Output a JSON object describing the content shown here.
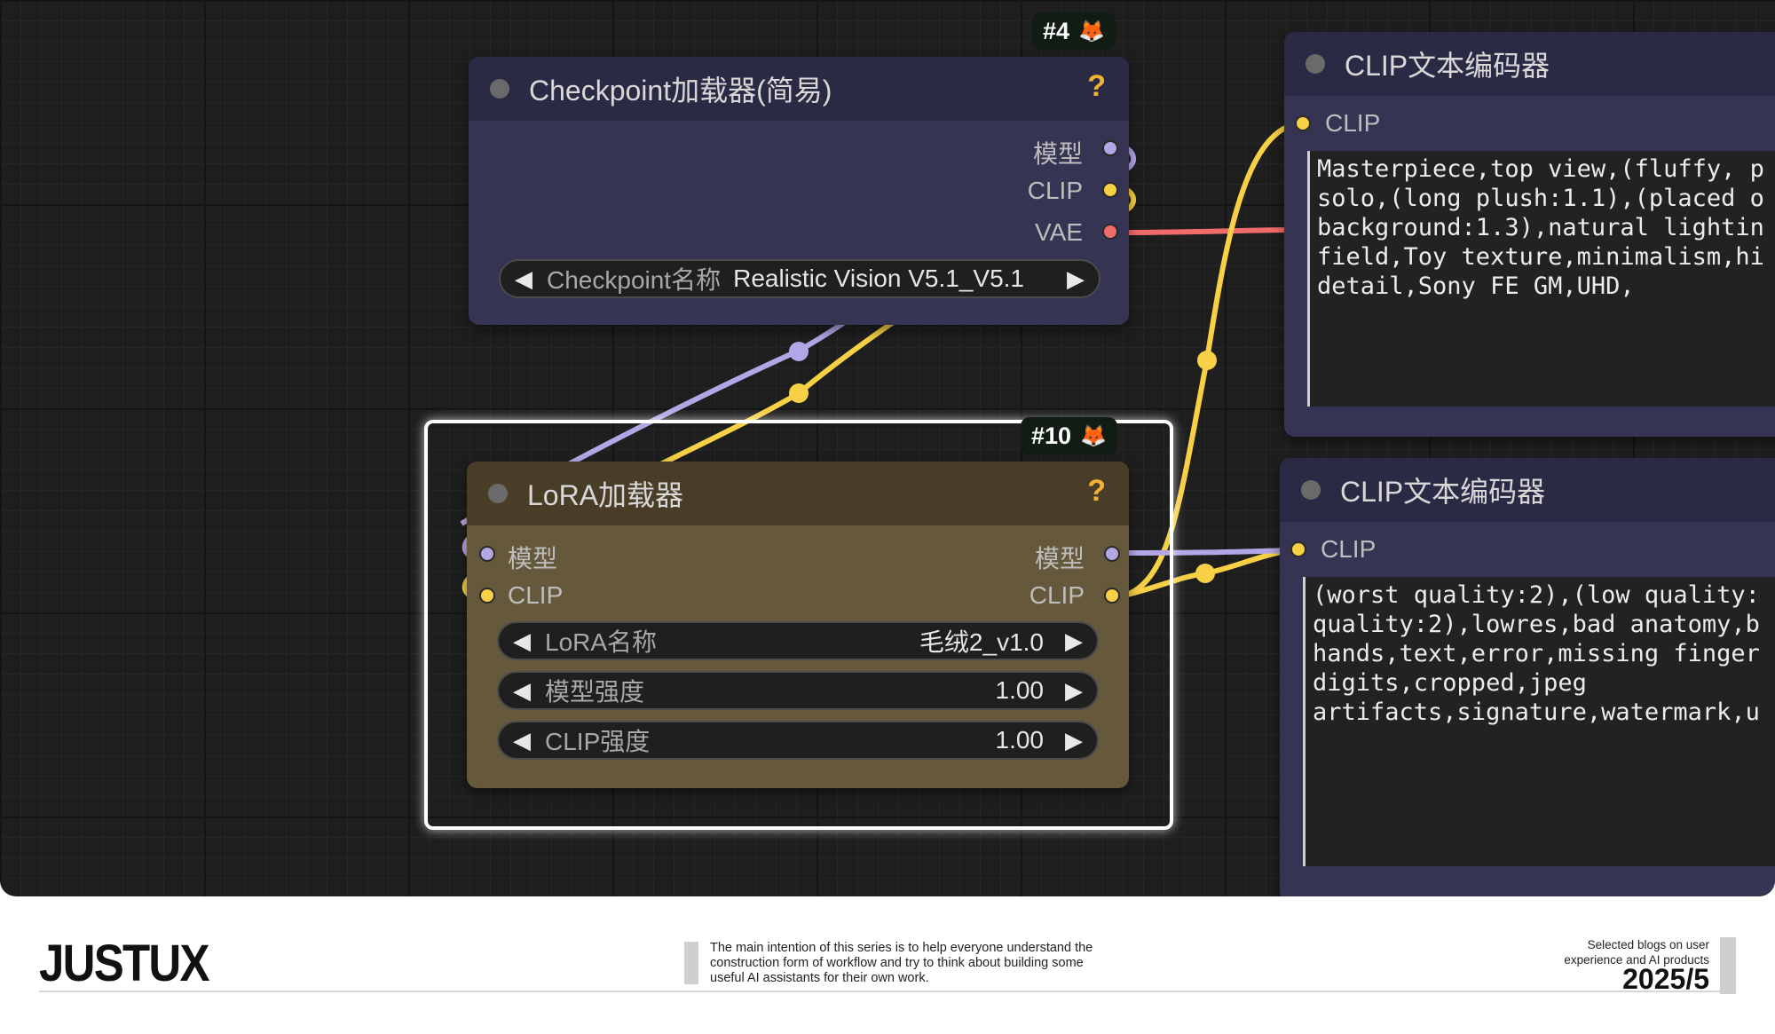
{
  "nodes": {
    "checkpoint": {
      "badge": "#4",
      "title": "Checkpoint加载器(简易)",
      "help": "?",
      "outputs": [
        "模型",
        "CLIP",
        "VAE"
      ],
      "widget": {
        "name": "Checkpoint名称",
        "value": "Realistic Vision V5.1_V5.1"
      }
    },
    "lora": {
      "badge": "#10",
      "title": "LoRA加载器",
      "help": "?",
      "inputs": [
        "模型",
        "CLIP"
      ],
      "outputs": [
        "模型",
        "CLIP"
      ],
      "widgets": [
        {
          "name": "LoRA名称",
          "value": "毛绒2_v1.0"
        },
        {
          "name": "模型强度",
          "value": "1.00"
        },
        {
          "name": "CLIP强度",
          "value": "1.00"
        }
      ]
    },
    "clip_positive": {
      "title": "CLIP文本编码器",
      "input": "CLIP",
      "text": "Masterpiece,top view,(fluffy, p\nsolo,(long plush:1.1),(placed o\nbackground:1.3),natural lightin\nfield,Toy texture,minimalism,hi\ndetail,Sony FE GM,UHD,"
    },
    "clip_negative": {
      "title": "CLIP文本编码器",
      "input": "CLIP",
      "text": "(worst quality:2),(low quality:\nquality:2),lowres,bad anatomy,b\nhands,text,error,missing finger\ndigits,cropped,jpeg\nartifacts,signature,watermark,u"
    }
  },
  "colors": {
    "model": "#b3a6e6",
    "clip": "#f7d046",
    "vae": "#f26b6b",
    "checkpoint_body": "#353452",
    "checkpoint_head": "#2b2a45",
    "lora_body": "#66583a",
    "lora_head": "#4a3d28",
    "clip_body": "#353452"
  },
  "icons": {
    "badge_icon": "fox-icon",
    "fox_glyph": "🦊"
  },
  "footer": {
    "logo": "JUSTUX",
    "description": "The main intention of this series is to help everyone understand the construction form of workflow and try to think about building some useful AI assistants for their own work.",
    "meta_line1": "Selected blogs on user",
    "meta_line2": "experience and AI products",
    "date": "2025/5"
  }
}
